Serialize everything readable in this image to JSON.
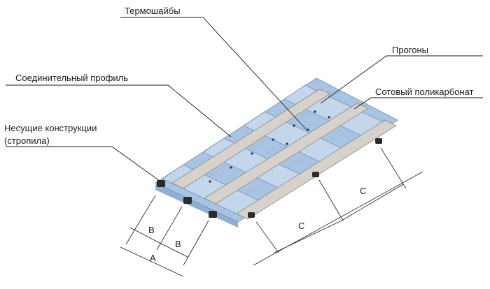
{
  "labels": {
    "thermo_washers": "Термошайбы",
    "purlins": "Прогоны",
    "connecting_profile": "Соединительный профиль",
    "polycarbonate": "Сотовый поликарбонат",
    "load_bearing": "Несущие конструкции",
    "rafters": "(стропила)"
  },
  "dimensions": {
    "b1": "B",
    "b2": "B",
    "a": "A",
    "c1": "C",
    "c2": "C"
  },
  "colors": {
    "sheet": "#a9c4e2",
    "sheet_edge": "#7d9fc6",
    "profile": "#d6d2cb",
    "purlin_dark": "#2b2b2b",
    "line": "#1a1a1a"
  }
}
